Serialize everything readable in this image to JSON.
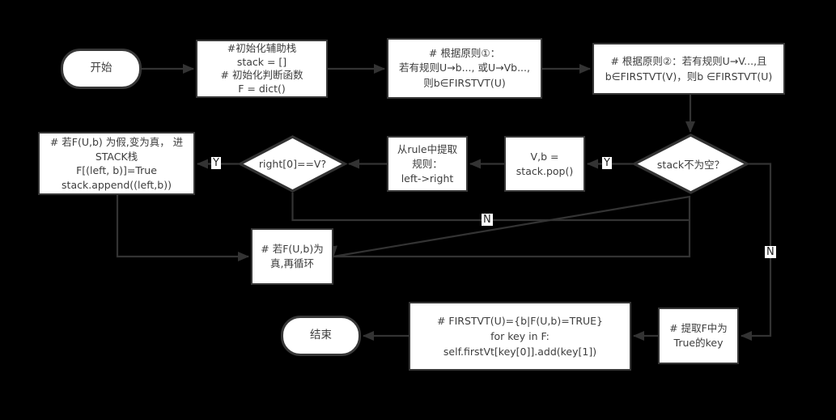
{
  "canvas": {
    "background": "#000000",
    "line_color": "#333333",
    "node_fill": "#ffffff",
    "node_border": "#383838",
    "text_color": "#3d3d3d"
  },
  "nodes": {
    "start": {
      "label": "开始"
    },
    "init": {
      "lines": [
        "#初始化辅助栈",
        "stack = []",
        "# 初始化判断函数",
        "F = dict()"
      ]
    },
    "rule1": {
      "lines": [
        "# 根据原则①：",
        "若有规则U→b..., 或U→Vb...,",
        "则b∈FIRSTVT(U)"
      ]
    },
    "rule2": {
      "lines": [
        "# 根据原则②：若有规则U→V...,且",
        "b∈FIRSTVT(V)，则b ∈FIRSTVT(U)"
      ]
    },
    "stack_not_empty": {
      "label": "stack不为空？"
    },
    "pop": {
      "lines": [
        "V,b =",
        "stack.pop()"
      ]
    },
    "extract_rule": {
      "lines": [
        "从rule中提取",
        "规则：",
        "left->right"
      ]
    },
    "right_check": {
      "label": "right[0]==V?"
    },
    "set_true": {
      "lines": [
        "# 若F(U,b) 为假,变为真， 进",
        "STACK栈",
        "F[(left, b)]=True",
        "stack.append((left,b))"
      ]
    },
    "loop": {
      "lines": [
        "# 若F(U,b)为",
        "真,再循环"
      ]
    },
    "end": {
      "label": "结束"
    },
    "firstvt": {
      "lines": [
        "# FIRSTVT(U)={b|F(U,b)=TRUE}",
        "for key in F:",
        "self.firstVt[key[0]].add(key[1])"
      ]
    },
    "extract_key": {
      "lines": [
        "# 提取F中为",
        "True的key"
      ]
    }
  },
  "edge_labels": {
    "stack_yes": "Y",
    "right_yes": "Y",
    "right_no": "N",
    "stack_no": "N"
  }
}
